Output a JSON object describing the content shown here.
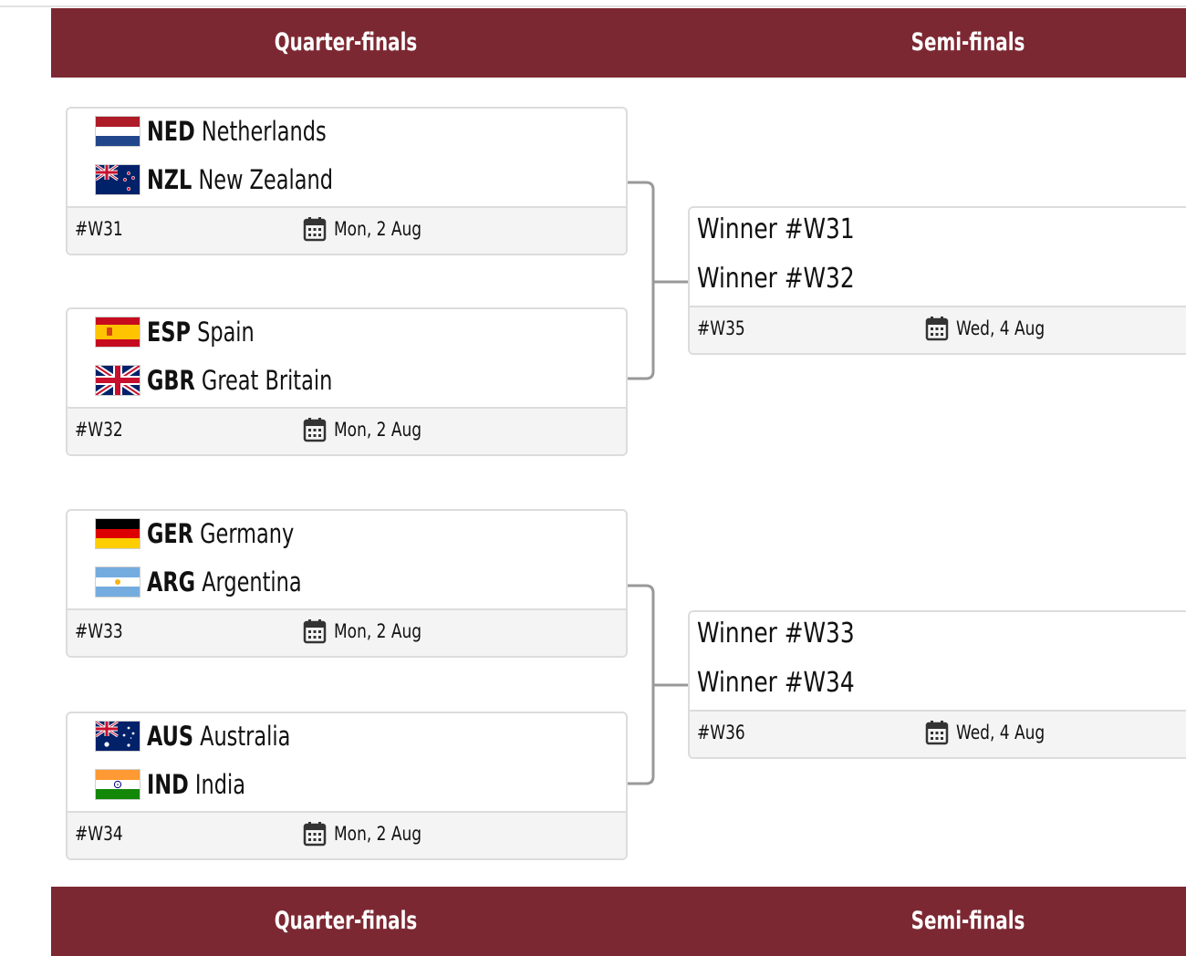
{
  "rounds": {
    "quarter_finals_label": "Quarter-finals",
    "semi_finals_label": "Semi-finals"
  },
  "quarter_finals": [
    {
      "id": "#W31",
      "date": "Mon, 2 Aug",
      "team1": {
        "code": "NED",
        "name": "Netherlands",
        "flag": "netherlands-flag-icon"
      },
      "team2": {
        "code": "NZL",
        "name": "New Zealand",
        "flag": "new-zealand-flag-icon"
      }
    },
    {
      "id": "#W32",
      "date": "Mon, 2 Aug",
      "team1": {
        "code": "ESP",
        "name": "Spain",
        "flag": "spain-flag-icon"
      },
      "team2": {
        "code": "GBR",
        "name": "Great Britain",
        "flag": "great-britain-flag-icon"
      }
    },
    {
      "id": "#W33",
      "date": "Mon, 2 Aug",
      "team1": {
        "code": "GER",
        "name": "Germany",
        "flag": "germany-flag-icon"
      },
      "team2": {
        "code": "ARG",
        "name": "Argentina",
        "flag": "argentina-flag-icon"
      }
    },
    {
      "id": "#W34",
      "date": "Mon, 2 Aug",
      "team1": {
        "code": "AUS",
        "name": "Australia",
        "flag": "australia-flag-icon"
      },
      "team2": {
        "code": "IND",
        "name": "India",
        "flag": "india-flag-icon"
      }
    }
  ],
  "semi_finals": [
    {
      "id": "#W35",
      "date": "Wed, 4 Aug",
      "slot1": "Winner #W31",
      "slot2": "Winner #W32"
    },
    {
      "id": "#W36",
      "date": "Wed, 4 Aug",
      "slot1": "Winner #W33",
      "slot2": "Winner #W34"
    }
  ],
  "colors": {
    "header_bg": "#7c2832",
    "connector": "#999999",
    "footer_bg": "#f4f4f4"
  }
}
